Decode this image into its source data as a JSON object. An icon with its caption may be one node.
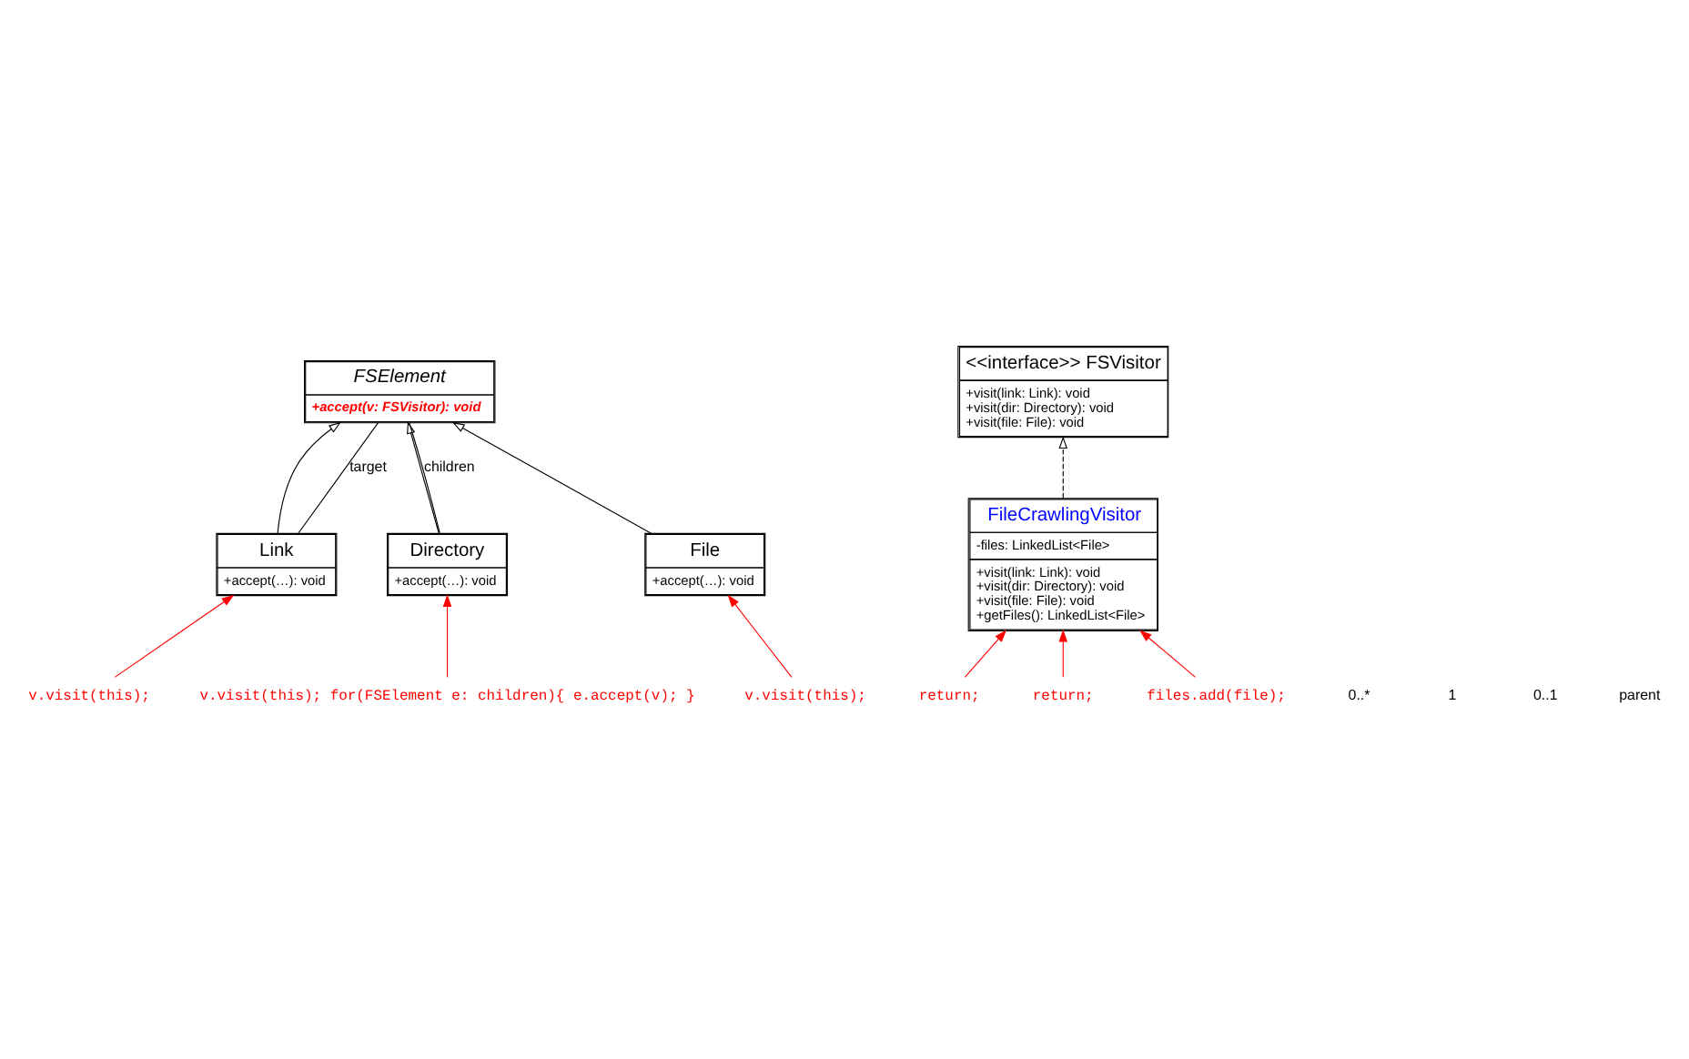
{
  "diagram": {
    "nodes": [
      {
        "text": [
          "FSElement",
          "+accept(v: FSVisitor): void"
        ]
      },
      {
        "text": [
          "Link",
          "+accept(…): void"
        ]
      },
      {
        "text": [
          "Directory",
          "+accept(…): void"
        ]
      },
      {
        "text": [
          "File",
          "+accept(…): void"
        ]
      },
      {
        "text": [
          "<<interface>> FSVisitor",
          "+visit(link: Link): void",
          "+visit(dir: Directory): void",
          "+visit(file: File): void"
        ]
      },
      {
        "text": [
          "FileCrawlingVisitor",
          "-files: LinkedList<File>",
          "+visit(link: Link): void",
          "+visit(dir: Directory): void",
          "+visit(file: File): void",
          "+getFiles(): LinkedList<File>"
        ]
      },
      {
        "text": [
          "v.visit(this);"
        ]
      },
      {
        "text": [
          "v.visit(this); for(FSElement e: children){ e.accept(v); }"
        ]
      },
      {
        "text": [
          "v.visit(this);"
        ]
      },
      {
        "text": [
          "return;"
        ]
      },
      {
        "text": [
          "return;"
        ]
      },
      {
        "text": [
          "files.add(file);"
        ]
      }
    ],
    "edges": [
      {
        "from": 1,
        "to": 0,
        "arrow": "to"
      },
      {
        "from": 2,
        "to": 0,
        "arrow": "to"
      },
      {
        "from": 3,
        "to": 0,
        "arrow": "to"
      },
      {
        "from": 1,
        "to": 0,
        "arrow": "none",
        "label": "target"
      },
      {
        "from": 2,
        "to": 0,
        "arrow": "none",
        "label": "children"
      },
      {
        "from": 5,
        "to": 4,
        "arrow": "to",
        "style": "dashed"
      },
      {
        "from": 6,
        "to": 1,
        "arrow": "to",
        "color": "#ff0000"
      },
      {
        "from": 7,
        "to": 2,
        "arrow": "to",
        "color": "#ff0000"
      },
      {
        "from": 8,
        "to": 3,
        "arrow": "to",
        "color": "#ff0000"
      },
      {
        "from": 9,
        "to": 5,
        "arrow": "to",
        "color": "#ff0000"
      },
      {
        "from": 10,
        "to": 5,
        "arrow": "to",
        "color": "#ff0000"
      },
      {
        "from": 11,
        "to": 5,
        "arrow": "to",
        "color": "#ff0000"
      }
    ],
    "labels": [
      "0..*",
      "1",
      "0..1",
      "parent"
    ]
  }
}
